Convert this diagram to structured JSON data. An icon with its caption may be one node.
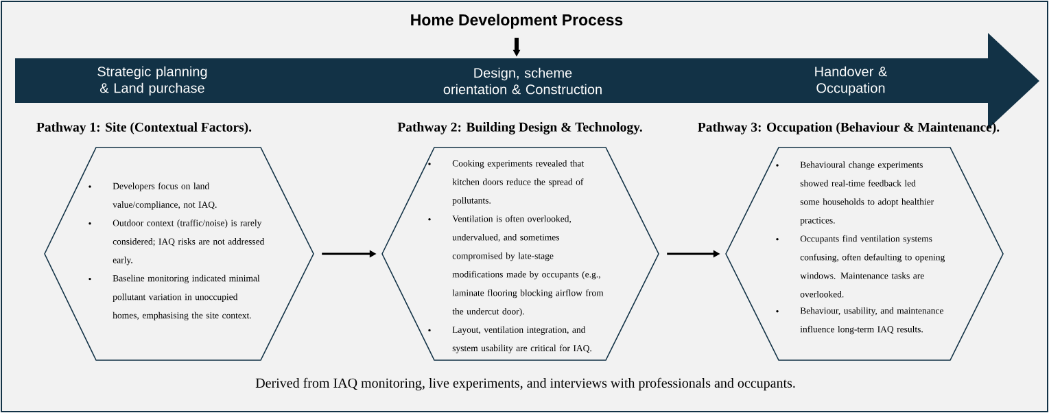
{
  "diagram": {
    "title": "Home Development Process",
    "caption": "Derived from IAQ monitoring, live experiments, and interviews with professionals and occupants.",
    "nodes": [
      {
        "text": [
          "Strategic planning & Land purchase",
          "Design, scheme orientation & Construction",
          "Handover & Occupation"
        ]
      },
      {
        "text": [
          "Pathway 1: Site (Contextual Factors).",
          "Developers focus on land value/compliance, not IAQ.",
          "Outdoor context (traffic/noise) is rarely considered; IAQ risks are not addressed early.",
          "Baseline monitoring indicated minimal pollutant variation in unoccupied homes, emphasising the site context."
        ]
      },
      {
        "text": [
          "Pathway 2: Building Design & Technology.",
          "Cooking experiments revealed that kitchen doors reduce the spread of pollutants.",
          "Ventilation is often overlooked, undervalued, and sometimes compromised by late-stage modifications made by occupants (e.g., laminate flooring blocking airflow from the undercut door).",
          "Layout, ventilation integration, and system usability are critical for IAQ."
        ]
      },
      {
        "text": [
          "Pathway 3: Occupation (Behaviour & Maintenance).",
          "Behavioural change experiments showed real-time feedback led some households to adopt healthier practices.",
          "Occupants find ventilation systems confusing, often defaulting to opening windows. Maintenance tasks are overlooked.",
          "Behaviour, usability, and maintenance influence long-term IAQ results."
        ]
      }
    ],
    "edges": [
      {
        "from": null,
        "to": 0,
        "arrow": "to",
        "style": "thick"
      },
      {
        "from": 1,
        "to": 2,
        "arrow": "to"
      },
      {
        "from": 2,
        "to": 3,
        "arrow": "to"
      }
    ]
  }
}
